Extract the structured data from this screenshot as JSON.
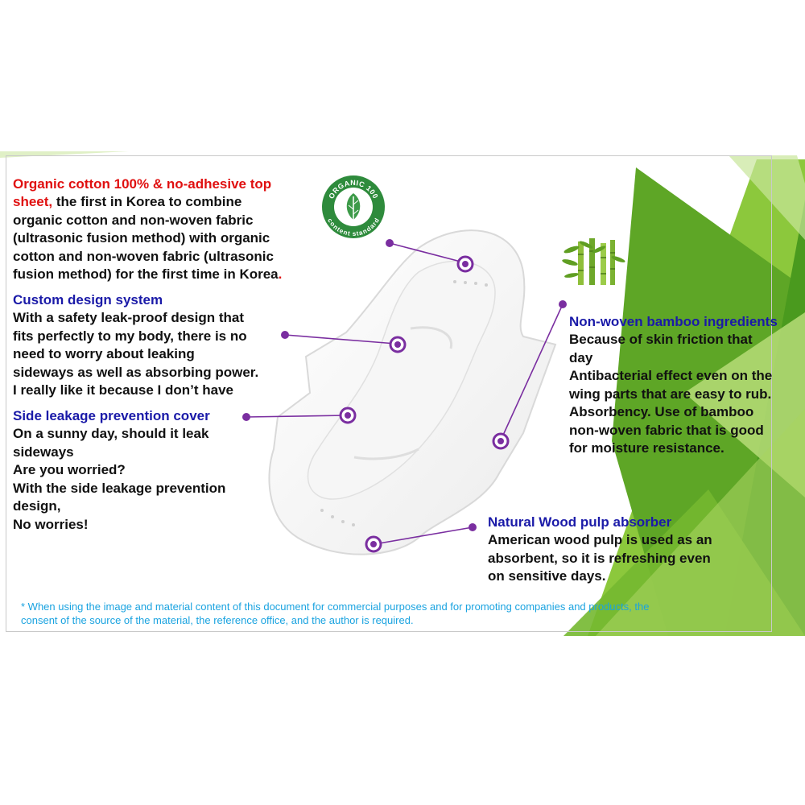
{
  "colors": {
    "heading_red": "#e01010",
    "heading_blue": "#1a1aa8",
    "body_text": "#111111",
    "footnote": "#1aa3e0",
    "callout": "#7a2ea0",
    "accent_green": "#6cb42a"
  },
  "top_sheet": {
    "heading_lines": [
      "Organic cotton 100% & no-adhesive top",
      "sheet,"
    ],
    "body_first": " the first in Korea to combine",
    "body_lines": [
      "organic cotton and non-woven fabric",
      "(ultrasonic fusion method) with organic",
      "cotton and non-woven fabric (ultrasonic"
    ],
    "body_last": "fusion method) for the first time in Korea",
    "body_last_dot": "."
  },
  "custom_design": {
    "heading": "Custom design system",
    "body_lines": [
      "With a safety leak-proof design that",
      "fits perfectly to my body, there is no",
      "need to worry about leaking",
      "sideways as well as absorbing power.",
      "I really like it because I don’t have"
    ]
  },
  "side_leakage": {
    "heading": "Side leakage prevention cover",
    "body_lines": [
      "On a sunny day, should it leak",
      "sideways",
      "Are you worried?",
      "With the side leakage prevention",
      "design,",
      "No worries!"
    ]
  },
  "bamboo": {
    "heading": "Non-woven bamboo ingredients",
    "body_lines": [
      "Because of skin friction that",
      "day",
      "Antibacterial effect even on the",
      "wing parts that are easy to rub.",
      "Absorbency. Use of bamboo",
      "non-woven fabric that is good",
      "for moisture resistance."
    ]
  },
  "wood_pulp": {
    "heading": "Natural Wood pulp absorber",
    "body_lines": [
      "American wood pulp is used as an",
      "absorbent, so it is refreshing even",
      "on sensitive days."
    ]
  },
  "badge": {
    "top_text": "ORGANIC 100",
    "bottom_text": "content standard",
    "icon": "leaf-icon"
  },
  "footnote": {
    "line1": "* When using the image and material content of this document for commercial purposes and for promoting companies and products, the",
    "line2": "consent of the source of the material, the reference office, and the author is required."
  }
}
